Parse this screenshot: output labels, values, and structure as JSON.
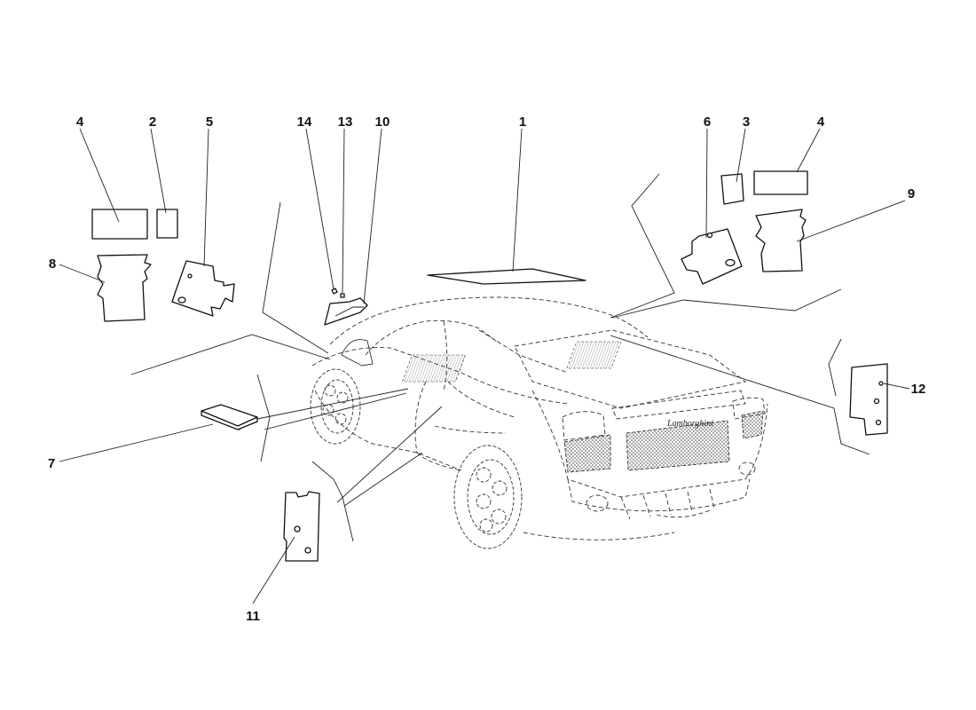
{
  "diagram": {
    "callouts": [
      {
        "id": "c1",
        "label": "1"
      },
      {
        "id": "c2",
        "label": "2"
      },
      {
        "id": "c3",
        "label": "3"
      },
      {
        "id": "c4a",
        "label": "4"
      },
      {
        "id": "c4b",
        "label": "4"
      },
      {
        "id": "c5",
        "label": "5"
      },
      {
        "id": "c6",
        "label": "6"
      },
      {
        "id": "c7",
        "label": "7"
      },
      {
        "id": "c8",
        "label": "8"
      },
      {
        "id": "c9",
        "label": "9"
      },
      {
        "id": "c10",
        "label": "10"
      },
      {
        "id": "c11",
        "label": "11"
      },
      {
        "id": "c12",
        "label": "12"
      },
      {
        "id": "c13",
        "label": "13"
      },
      {
        "id": "c14",
        "label": "14"
      }
    ],
    "badge_text": "Lamborghini"
  }
}
